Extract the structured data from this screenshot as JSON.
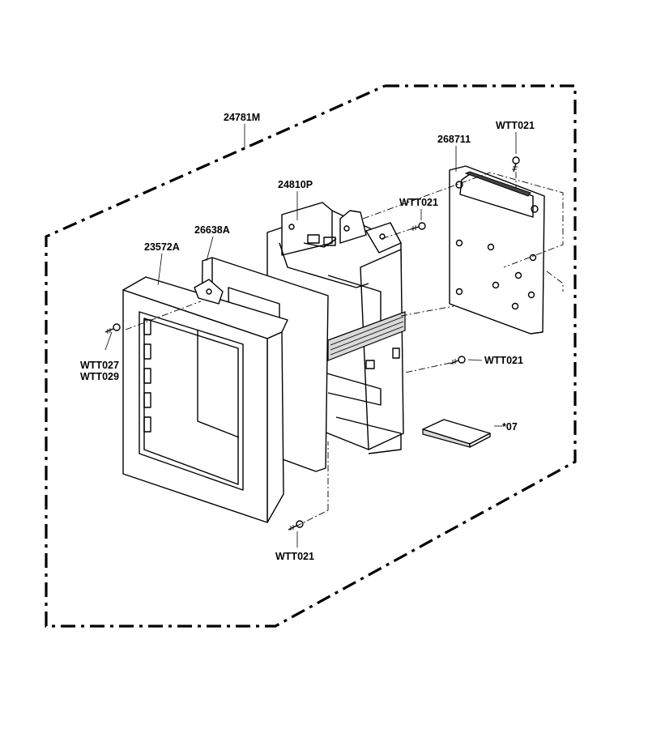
{
  "labels": {
    "assembly": "24781M",
    "bracket": "24810P",
    "pcb": "268711",
    "gasket": "26638A",
    "frame": "23572A",
    "screw_pcb_top": "WTT021",
    "screw_bracket": "WTT021",
    "screw_right": "WTT021",
    "screw_bottom": "WTT021",
    "screw_left_1": "WTT027",
    "screw_left_2": "WTT029",
    "pad": "*07"
  }
}
